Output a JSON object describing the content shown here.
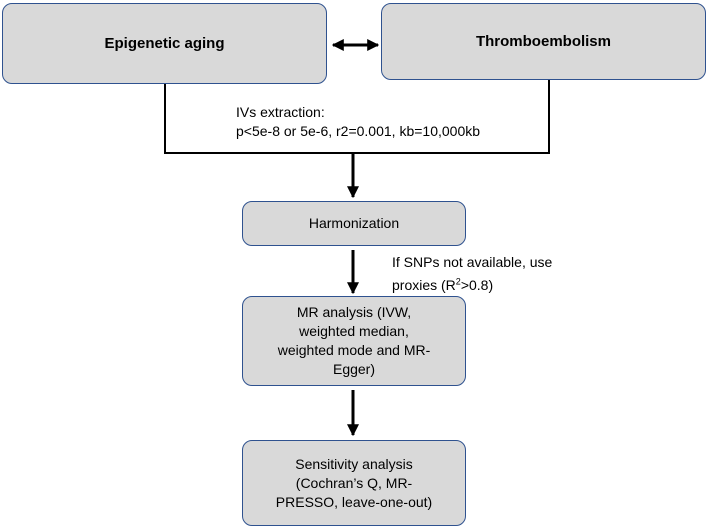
{
  "nodes": {
    "epigenetic": "Epigenetic aging",
    "thrombo": "Thromboembolism",
    "harmonization": "Harmonization",
    "mr_analysis": [
      "MR analysis (IVW,",
      "weighted median,",
      "weighted mode and MR-",
      "Egger)"
    ],
    "sensitivity": [
      "Sensitivity analysis",
      "(Cochran’s Q, MR-",
      "PRESSO, leave-one-out)"
    ]
  },
  "notes": {
    "ivs_title": "IVs extraction:",
    "ivs_params": "p<5e-8 or 5e-6, r2=0.001, kb=10,000kb",
    "proxies_line1": "If SNPs not available, use",
    "proxies_prefix": "proxies (R",
    "proxies_sup": "2",
    "proxies_suffix": ">0.8)"
  },
  "colors": {
    "box_fill": "#d9d9d9",
    "box_border": "#2f528f",
    "line": "#000000"
  }
}
